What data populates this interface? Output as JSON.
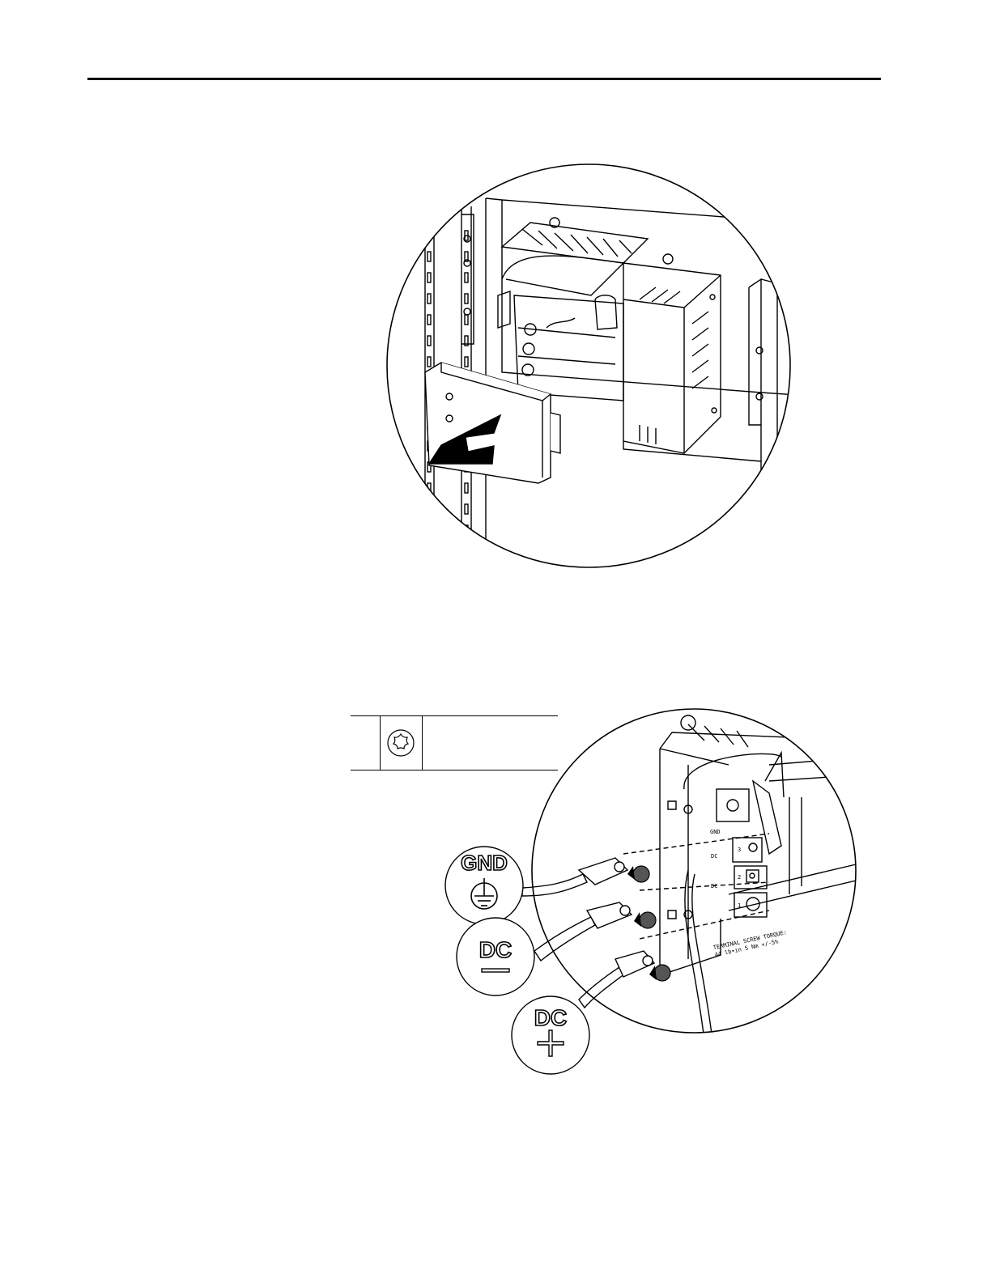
{
  "figure2": {
    "symbols": {
      "gnd_label": "GND",
      "dc_minus_label": "DC",
      "dc_plus_label": "DC"
    },
    "panel_labels": {
      "gnd": "GND",
      "dc1": "DC",
      "dc2": "DC",
      "t3": "3",
      "t2": "2",
      "t1": "1",
      "torque_line1": "TERMINAL SCREW TORQUE:",
      "torque_line2": "44 lb•in  5 Nm  +/-5%"
    }
  },
  "colors": {
    "ink": "#000000",
    "paper": "#ffffff",
    "screw": "#555555"
  },
  "icons": [
    "header-rule",
    "removal-arrow",
    "torx-icon",
    "ground-symbol",
    "minus-symbol",
    "plus-symbol"
  ]
}
